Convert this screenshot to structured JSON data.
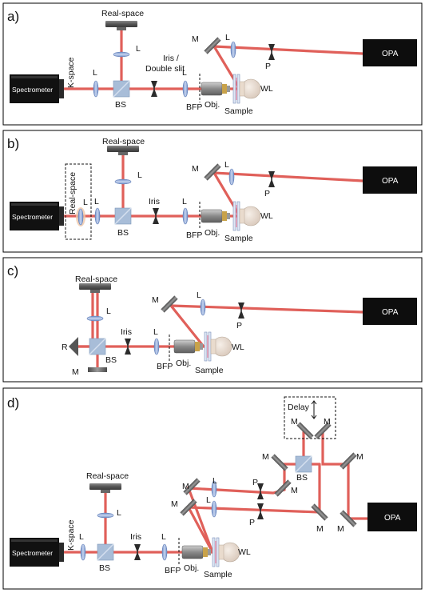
{
  "panels": [
    {
      "letter": "a)",
      "labels": {
        "real_space": "Real-space",
        "spectrometer": "Spectrometer",
        "k_space": "K-space",
        "l1": "L",
        "l2": "L",
        "l3": "L",
        "l4": "L",
        "bs": "BS",
        "iris": "Iris /",
        "double_slit": "Double slit",
        "bfp": "BFP",
        "obj": "Obj.",
        "sample": "Sample",
        "wl": "WL",
        "m": "M",
        "p": "P",
        "opa": "OPA"
      }
    },
    {
      "letter": "b)",
      "labels": {
        "real_space_top": "Real-space",
        "real_space_side": "Real-space",
        "spectrometer": "Spectrometer",
        "l_side": "L",
        "l1": "L",
        "l2": "L",
        "l3": "L",
        "l4": "L",
        "bs": "BS",
        "iris": "Iris",
        "bfp": "BFP",
        "obj": "Obj.",
        "sample": "Sample",
        "wl": "WL",
        "m": "M",
        "p": "P",
        "opa": "OPA"
      }
    },
    {
      "letter": "c)",
      "labels": {
        "real_space": "Real-space",
        "l1": "L",
        "l2": "L",
        "l3": "L",
        "r": "R",
        "m_bottom": "M",
        "bs": "BS",
        "iris": "Iris",
        "bfp": "BFP",
        "obj": "Obj.",
        "sample": "Sample",
        "wl": "WL",
        "m": "M",
        "p": "P",
        "opa": "OPA"
      }
    },
    {
      "letter": "d)",
      "labels": {
        "delay": "Delay",
        "m_delay1": "M",
        "m_delay2": "M",
        "bs_top": "BS",
        "m1": "M",
        "m2": "M",
        "m3": "M",
        "m4": "M",
        "m5": "M",
        "m6": "M",
        "m7": "M",
        "l_up": "L",
        "l_low": "L",
        "p_up": "P",
        "p_low": "P",
        "real_space": "Real-space",
        "spectrometer": "Spectrometer",
        "k_space": "K-space",
        "l1": "L",
        "l2": "L",
        "l3": "L",
        "bs": "BS",
        "iris": "Iris",
        "bfp": "BFP",
        "obj": "Obj.",
        "sample": "Sample",
        "wl": "WL",
        "opa": "OPA"
      }
    }
  ],
  "colors": {
    "beam": "#e0605a",
    "lens": "#8ea6d6",
    "bs": "#9db4d3",
    "dark_box": "#0d0d0d",
    "mirror": "#555555"
  },
  "icons": [
    "camera-icon",
    "lens-icon",
    "beam-splitter-icon",
    "iris-icon",
    "mirror-icon",
    "objective-icon",
    "sample-icon",
    "lamp-icon",
    "retroreflector-icon"
  ]
}
